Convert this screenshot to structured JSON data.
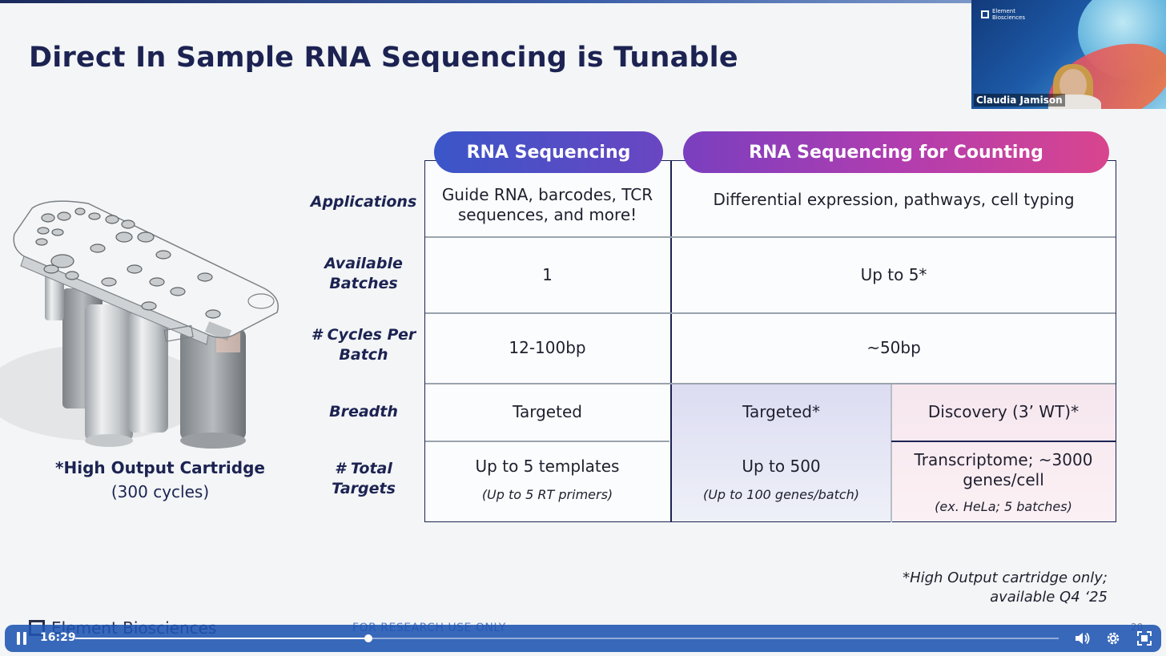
{
  "slide": {
    "title": "Direct In Sample RNA Sequencing is Tunable",
    "cartridge_caption_bold": "*High Output Cartridge",
    "cartridge_caption_sub": "(300 cycles)",
    "footnote_line1": "*High Output cartridge only;",
    "footnote_line2": "available Q4 ‘25",
    "footer_company": "Element Biosciences",
    "footer_ruo": "FOR RESEARCH USE ONLY",
    "page_number": "20"
  },
  "table": {
    "headers": {
      "rna_sequencing": "RNA Sequencing",
      "rna_counting": "RNA Sequencing for Counting"
    },
    "row_labels": {
      "applications": "Applications",
      "available_batches_1": "Available",
      "available_batches_2": "Batches",
      "cycles_1": "# Cycles Per",
      "cycles_2": "Batch",
      "breadth": "Breadth",
      "targets_1": "# Total",
      "targets_2": "Targets"
    },
    "cells": {
      "applications_rna_1": "Guide RNA, barcodes, TCR",
      "applications_rna_2": "sequences, and more!",
      "applications_count": "Differential expression, pathways, cell typing",
      "batches_rna": "1",
      "batches_count": "Up to 5*",
      "cycles_rna": "12-100bp",
      "cycles_count": "~50bp",
      "breadth_rna": "Targeted",
      "breadth_count_targeted": "Targeted*",
      "breadth_count_discovery": "Discovery (3’ WT)*",
      "targets_rna": "Up to 5 templates",
      "targets_rna_sub": "(Up to 5 RT primers)",
      "targets_targeted": "Up to 500",
      "targets_targeted_sub": "(Up to 100 genes/batch)",
      "targets_discovery_1": "Transcriptome; ~3000",
      "targets_discovery_2": "genes/cell",
      "targets_discovery_sub": "(ex. HeLa; 5 batches)"
    }
  },
  "video": {
    "presenter_name": "Claudia Jamison",
    "logo_line1": "Element",
    "logo_line2": "Biosciences"
  },
  "player": {
    "current_time": "16:29",
    "progress_fraction": 0.298,
    "icons": [
      "pause-icon",
      "volume-icon",
      "settings-icon",
      "fullscreen-icon"
    ]
  },
  "colors": {
    "title_navy": "#1c2352",
    "pill_rna": "#3a56c8",
    "pill_count": "#b03db0",
    "player_bar": "#1e54b2"
  }
}
